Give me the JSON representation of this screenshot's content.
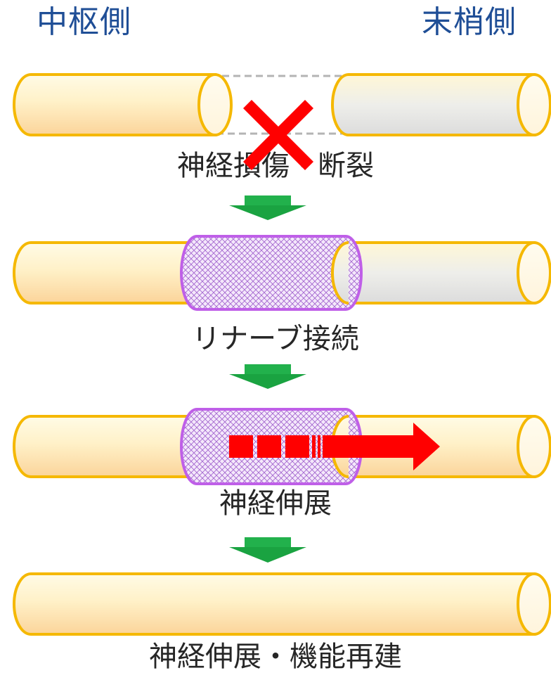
{
  "header": {
    "left": "中枢側",
    "right": "末梢側"
  },
  "steps": [
    {
      "label": "神経損傷・断裂"
    },
    {
      "label": "リナーブ接続"
    },
    {
      "label": "神経伸展"
    },
    {
      "label": "神経伸展・機能再建"
    }
  ],
  "colors": {
    "header_text": "#1f4e96",
    "nerve_outline": "#f5b800",
    "nerve_fill_light": "#fff5d0",
    "nerve_fill_dark": "#fbd59a",
    "distal_fill": "#e6e6e6",
    "conduit_outline": "#bf5fe8",
    "conduit_hatch": "#9a56c8",
    "down_arrow": "#1aa341",
    "cross_mark": "#ff0000",
    "growth_arrow": "#ff0000"
  },
  "icons": {
    "cross": "cross-mark-icon",
    "down_arrow": "down-arrow-icon",
    "growth": "growth-arrow-icon"
  }
}
